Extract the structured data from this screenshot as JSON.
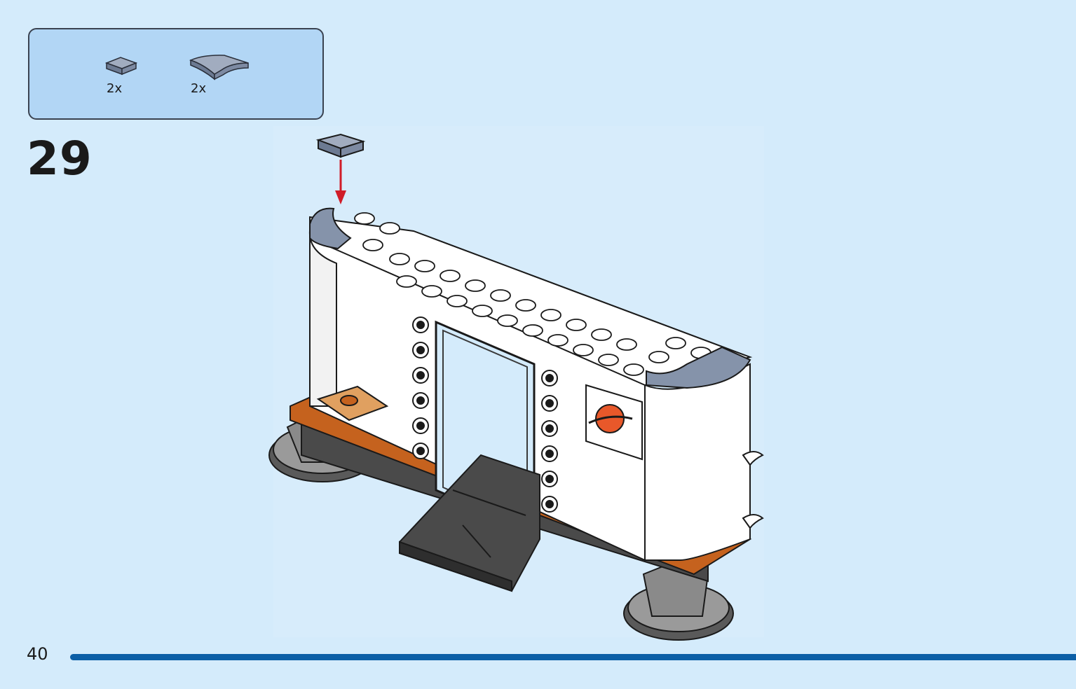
{
  "page": {
    "number": "40"
  },
  "step": {
    "number": "29"
  },
  "parts": [
    {
      "name": "tile-1x1",
      "qty": "2x"
    },
    {
      "name": "tile-round-corner",
      "qty": "2x"
    }
  ],
  "colors": {
    "background": "#d4ebfb",
    "parts_box": "#b2d6f5",
    "progress": "#0c5fa6",
    "sand_blue": "#8593aa",
    "orange": "#c5621e",
    "dark_gray": "#404040",
    "arrow": "#d01c28"
  }
}
